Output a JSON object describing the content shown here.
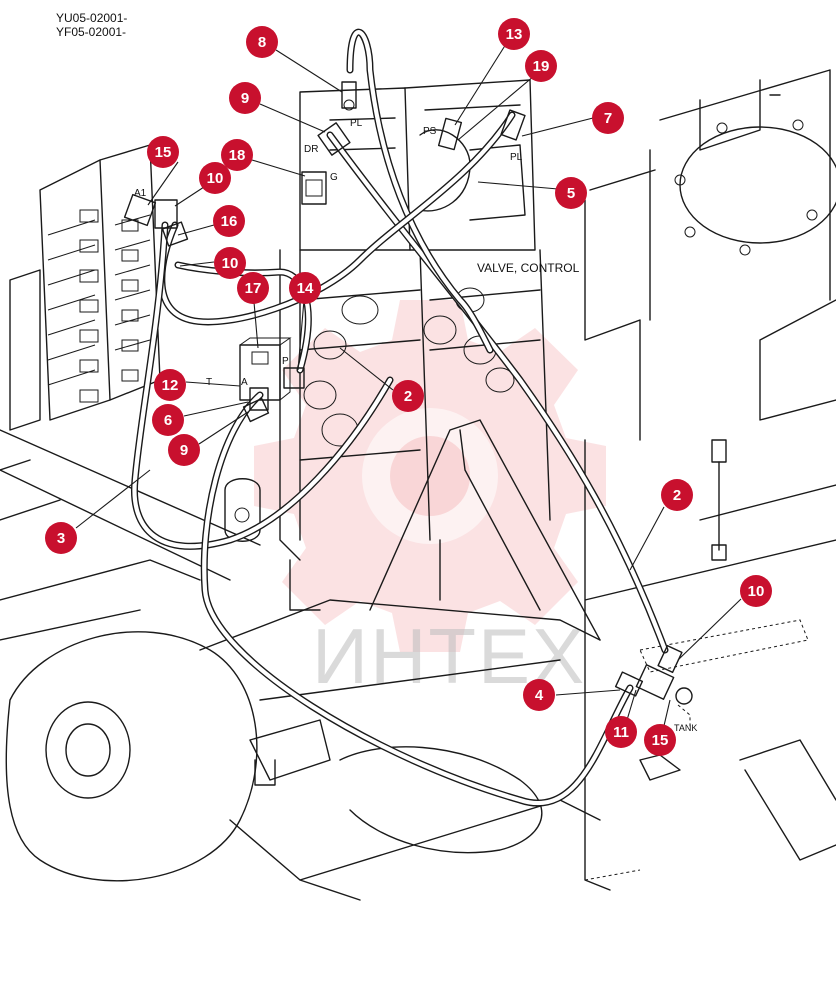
{
  "header": {
    "serial_line_1": "YU05-02001-",
    "serial_line_2": "YF05-02001-"
  },
  "labels": {
    "valve_control": "VALVE, CONTROL",
    "pl_top": "PL",
    "dr": "DR",
    "g": "G",
    "ps": "PS",
    "pl_right": "PL",
    "a1": "A1",
    "p": "P",
    "t": "T",
    "a": "A",
    "tank": "TANK"
  },
  "watermark": {
    "text": "ИНТЕХ",
    "color": "#e2343a"
  },
  "colors": {
    "callout_fill": "#c8102e",
    "callout_text": "#ffffff",
    "line": "#1a1a1a"
  },
  "callouts": [
    {
      "id": "c-8",
      "number": "8"
    },
    {
      "id": "c-9-top",
      "number": "9"
    },
    {
      "id": "c-13",
      "number": "13"
    },
    {
      "id": "c-19",
      "number": "19"
    },
    {
      "id": "c-7",
      "number": "7"
    },
    {
      "id": "c-15-left",
      "number": "15"
    },
    {
      "id": "c-18",
      "number": "18"
    },
    {
      "id": "c-10-top",
      "number": "10"
    },
    {
      "id": "c-5",
      "number": "5"
    },
    {
      "id": "c-16",
      "number": "16"
    },
    {
      "id": "c-10-mid",
      "number": "10"
    },
    {
      "id": "c-17",
      "number": "17"
    },
    {
      "id": "c-14",
      "number": "14"
    },
    {
      "id": "c-12",
      "number": "12"
    },
    {
      "id": "c-2-mid",
      "number": "2"
    },
    {
      "id": "c-6",
      "number": "6"
    },
    {
      "id": "c-9-low",
      "number": "9"
    },
    {
      "id": "c-2-right",
      "number": "2"
    },
    {
      "id": "c-3",
      "number": "3"
    },
    {
      "id": "c-10-right",
      "number": "10"
    },
    {
      "id": "c-4",
      "number": "4"
    },
    {
      "id": "c-11",
      "number": "11"
    },
    {
      "id": "c-15-right",
      "number": "15"
    }
  ]
}
